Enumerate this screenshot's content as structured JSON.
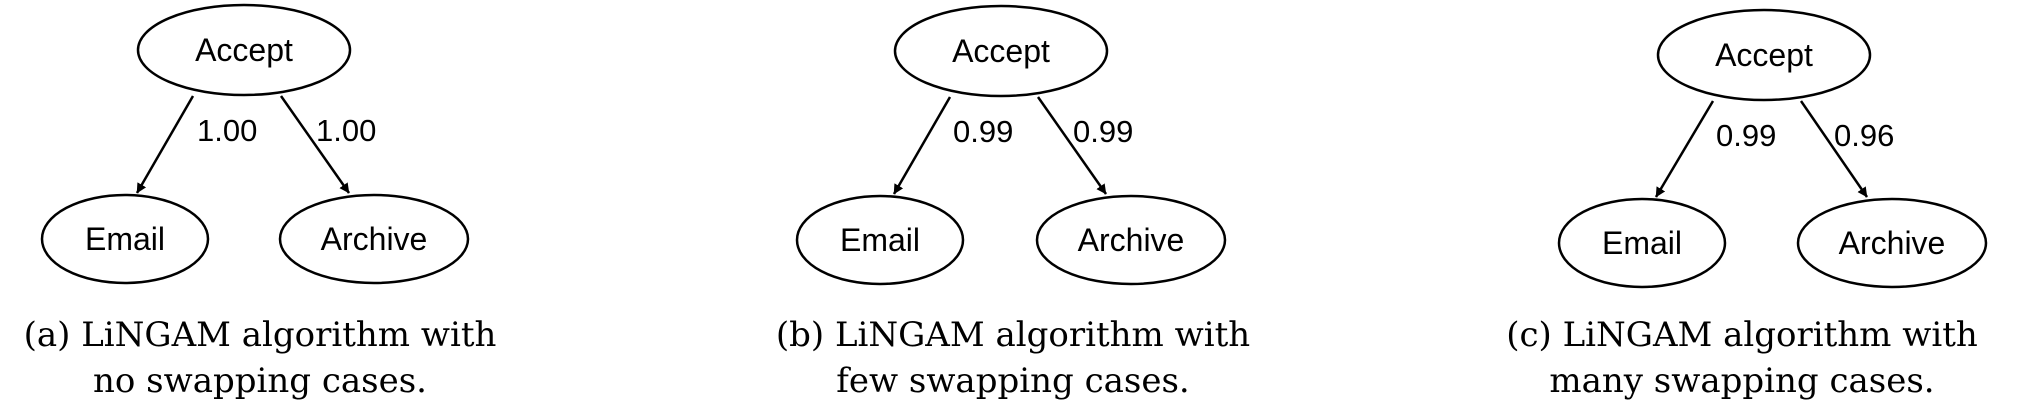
{
  "panels": [
    {
      "nodes": {
        "root": "Accept",
        "left": "Email",
        "right": "Archive"
      },
      "weights": {
        "left": "1.00",
        "right": "1.00"
      },
      "caption": [
        "(a) LiNGAM algorithm with",
        "no swapping cases."
      ]
    },
    {
      "nodes": {
        "root": "Accept",
        "left": "Email",
        "right": "Archive"
      },
      "weights": {
        "left": "0.99",
        "right": "0.99"
      },
      "caption": [
        "(b) LiNGAM algorithm with",
        "few swapping cases."
      ]
    },
    {
      "nodes": {
        "root": "Accept",
        "left": "Email",
        "right": "Archive"
      },
      "weights": {
        "left": "0.99",
        "right": "0.96"
      },
      "caption": [
        "(c) LiNGAM algorithm with",
        "many swapping cases."
      ]
    }
  ]
}
